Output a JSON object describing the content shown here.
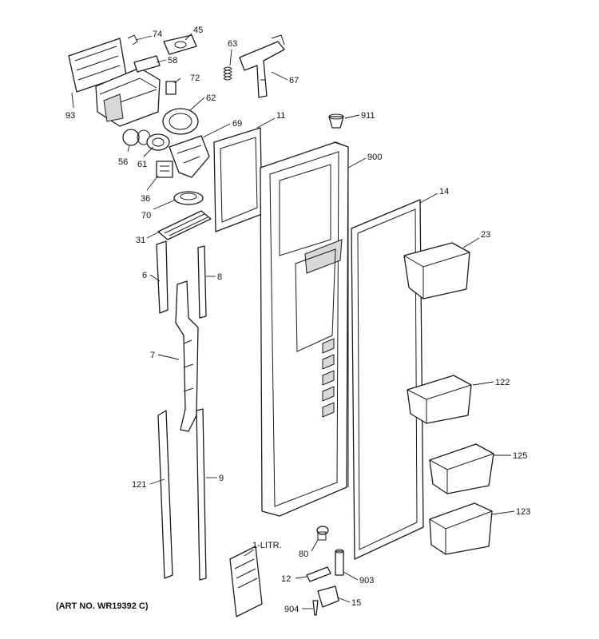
{
  "art_number": "(ART NO. WR19392 C)",
  "callouts": {
    "p74": "74",
    "p45": "45",
    "p58": "58",
    "p93": "93",
    "p63": "63",
    "p72": "72",
    "p67": "67",
    "p62": "62",
    "p69": "69",
    "p11": "11",
    "p911": "911",
    "p56": "56",
    "p61": "61",
    "p36": "36",
    "p70": "70",
    "p31": "31",
    "p900": "900",
    "p14": "14",
    "p23": "23",
    "p6": "6",
    "p8": "8",
    "p7": "7",
    "p122": "122",
    "p125": "125",
    "p123": "123",
    "p121": "121",
    "p9": "9",
    "p1litr": "1-LITR.",
    "p80": "80",
    "p12": "12",
    "p903": "903",
    "p904": "904",
    "p15": "15"
  }
}
